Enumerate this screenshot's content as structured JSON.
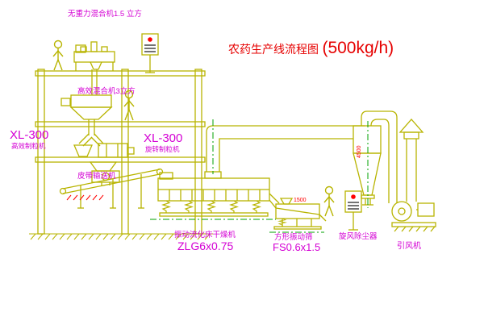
{
  "title": {
    "name": "农药生产线流程图",
    "spec": "(500kg/h)"
  },
  "labels": {
    "top_mixer": "无重力混合机1.5 立方",
    "mixer2": "高效混合机3立方",
    "granulator_left_model": "XL-300",
    "granulator_left_name": "高效制粒机",
    "granulator_right_model": "XL-300",
    "granulator_right_name": "旋转制粒机",
    "conveyor": "皮带输送机",
    "dryer_name": "振动流化床干燥机",
    "dryer_model": "ZLG6x0.75",
    "sieve_name": "方形振动筛",
    "sieve_model": "FS0.6x1.5",
    "cyclone": "旋风除尘器",
    "fan": "引风机"
  },
  "dimensions": {
    "sieve": "1500",
    "cyclone": "4500"
  },
  "colors": {
    "line": "#b8b400",
    "label": "#d400d4",
    "title": "#e60000",
    "dimension": "#ff0000",
    "centerline": "#00a000",
    "panel_stripe": "#444444",
    "panel_dot": "#ff0000",
    "background": "#ffffff"
  }
}
